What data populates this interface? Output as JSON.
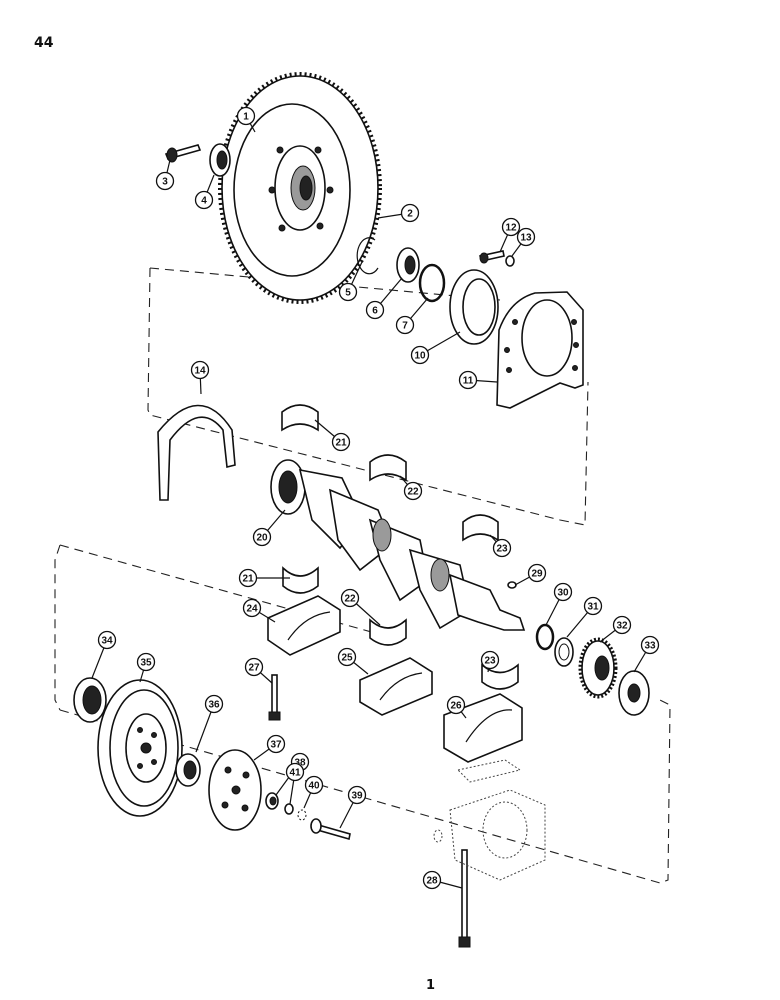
{
  "page": {
    "number": "44",
    "footer_mark": "1"
  },
  "callouts": [
    {
      "label": "1"
    },
    {
      "label": "2"
    },
    {
      "label": "3"
    },
    {
      "label": "4"
    },
    {
      "label": "5"
    },
    {
      "label": "6"
    },
    {
      "label": "7"
    },
    {
      "label": "10"
    },
    {
      "label": "11"
    },
    {
      "label": "12"
    },
    {
      "label": "13"
    },
    {
      "label": "14"
    },
    {
      "label": "20"
    },
    {
      "label": "21"
    },
    {
      "label": "22"
    },
    {
      "label": "23"
    },
    {
      "label": "21"
    },
    {
      "label": "22"
    },
    {
      "label": "23"
    },
    {
      "label": "24"
    },
    {
      "label": "25"
    },
    {
      "label": "26"
    },
    {
      "label": "27"
    },
    {
      "label": "28"
    },
    {
      "label": "29"
    },
    {
      "label": "30"
    },
    {
      "label": "31"
    },
    {
      "label": "32"
    },
    {
      "label": "33"
    },
    {
      "label": "34"
    },
    {
      "label": "35"
    },
    {
      "label": "36"
    },
    {
      "label": "37"
    },
    {
      "label": "38"
    },
    {
      "label": "39"
    },
    {
      "label": "40"
    },
    {
      "label": "41"
    }
  ],
  "parts": [
    {
      "name": "flywheel-ring-gear"
    },
    {
      "name": "pilot-bearing-housing"
    },
    {
      "name": "bolt"
    },
    {
      "name": "seal"
    },
    {
      "name": "snap-ring"
    },
    {
      "name": "bearing"
    },
    {
      "name": "o-ring"
    },
    {
      "name": "rear-oil-seal"
    },
    {
      "name": "seal-retainer-plate"
    },
    {
      "name": "gasket"
    },
    {
      "name": "crankshaft"
    },
    {
      "name": "main-bearing-shells"
    },
    {
      "name": "bearing-caps"
    },
    {
      "name": "timing-gear"
    },
    {
      "name": "crankshaft-pulley"
    },
    {
      "name": "front-seal"
    },
    {
      "name": "spacer"
    },
    {
      "name": "pulley-hub"
    },
    {
      "name": "oil-pump-housing"
    }
  ]
}
